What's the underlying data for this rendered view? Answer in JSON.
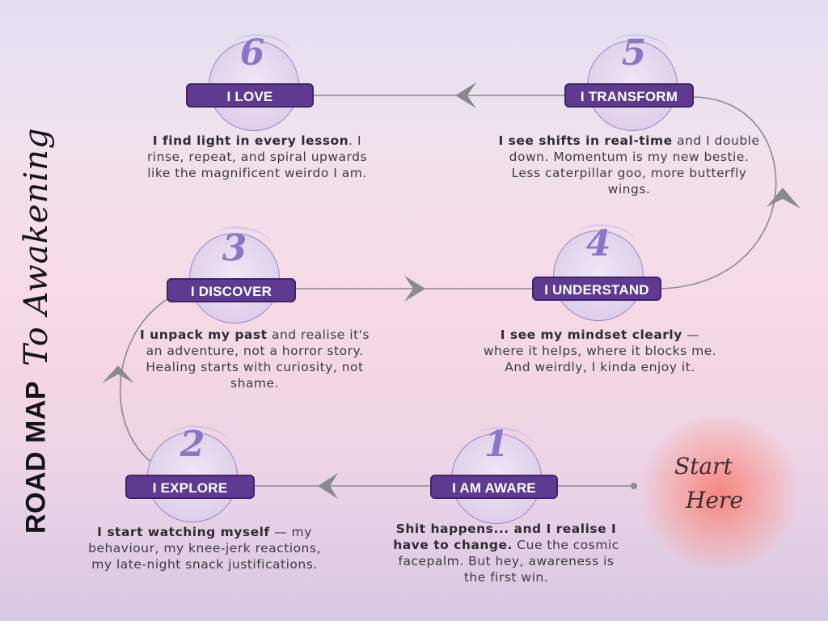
{
  "title": {
    "main": "ROAD MAP",
    "sub": "To Awakening"
  },
  "start_label": {
    "line1": "Start",
    "line2": "Here"
  },
  "steps": [
    {
      "num": "1",
      "label": "I AM AWARE",
      "text_bold": "Shit happens... and I realise I have to change.",
      "text_rest": " Cue the cosmic facepalm. But hey, awareness is the first win."
    },
    {
      "num": "2",
      "label": "I EXPLORE",
      "text_bold": "I start watching myself",
      "text_rest": " — my behaviour, my knee-jerk reactions, my late-night snack justifications."
    },
    {
      "num": "3",
      "label": "I DISCOVER",
      "text_bold": "I unpack my past",
      "text_rest": " and realise it's an adventure, not a horror story. Healing starts with curiosity, not shame."
    },
    {
      "num": "4",
      "label": "I UNDERSTAND",
      "text_bold": "I see my mindset clearly",
      "text_rest": " — where it helps, where it blocks me. And weirdly, I kinda enjoy it."
    },
    {
      "num": "5",
      "label": "I TRANSFORM",
      "text_bold": "I see shifts in real-time",
      "text_rest": " and I double down. Momentum is my new bestie. Less caterpillar goo, more butterfly wings."
    },
    {
      "num": "6",
      "label": "I LOVE",
      "text_bold": "I find light in every lesson",
      "text_rest": ". I rinse, repeat, and spiral upwards like the magnificent weirdo I am."
    }
  ],
  "colors": {
    "label_bg": "#5e3a90",
    "number": "#8b75c6",
    "path": "#8a8a8e",
    "glow": "#f87a6e"
  }
}
